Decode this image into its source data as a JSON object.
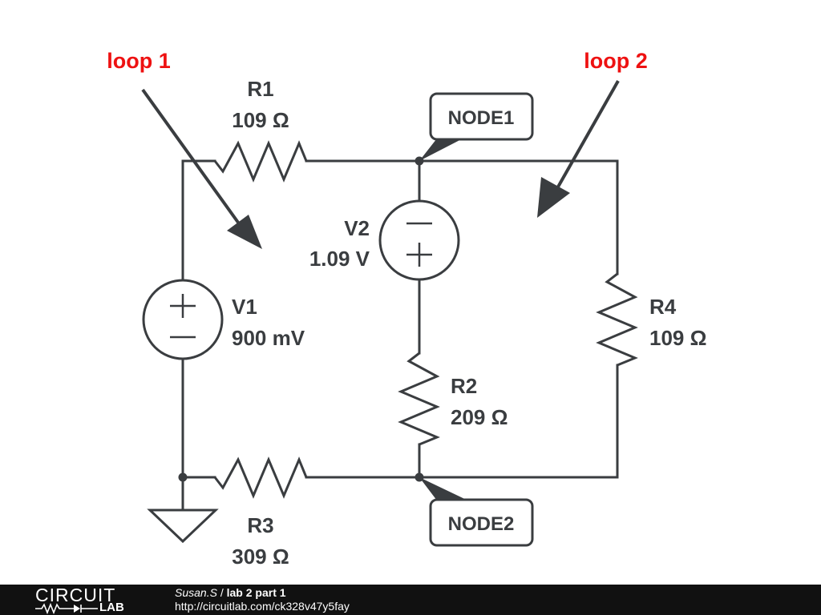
{
  "annotations": {
    "loop1": "loop 1",
    "loop2": "loop 2"
  },
  "components": {
    "r1": {
      "name": "R1",
      "value": "109 Ω"
    },
    "r2": {
      "name": "R2",
      "value": "209 Ω"
    },
    "r3": {
      "name": "R3",
      "value": "309 Ω"
    },
    "r4": {
      "name": "R4",
      "value": "109 Ω"
    },
    "v1": {
      "name": "V1",
      "value": "900 mV"
    },
    "v2": {
      "name": "V2",
      "value": "1.09 V"
    }
  },
  "nodes": {
    "node1": "NODE1",
    "node2": "NODE2"
  },
  "footer": {
    "logo_top": "CIRCUIT",
    "logo_bottom": "LAB",
    "user": "Susan.S",
    "separator": " / ",
    "title": "lab 2 part 1",
    "url": "http://circuitlab.com/ck328v47y5fay"
  },
  "colors": {
    "wire": "#3a3d40",
    "annotation": "#ee1111",
    "footer_bg": "#111111"
  }
}
